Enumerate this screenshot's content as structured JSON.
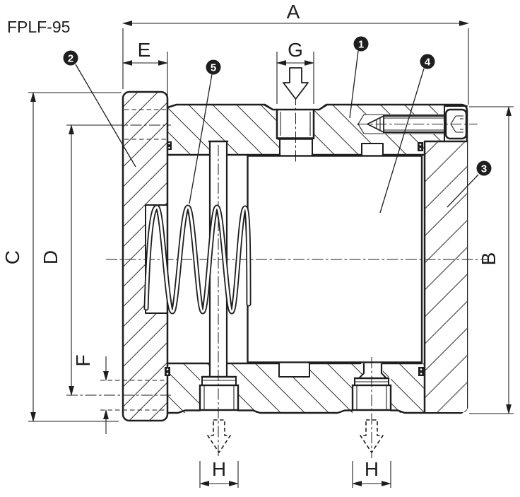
{
  "title": "FPLF-95",
  "dimensions": {
    "A": "A",
    "B": "B",
    "C": "C",
    "D": "D",
    "E": "E",
    "F": "F",
    "G": "G",
    "H1": "H",
    "H2": "H"
  },
  "callouts": {
    "c1": "1",
    "c2": "2",
    "c3": "3",
    "c4": "4",
    "c5": "5"
  },
  "colors": {
    "line": "#1e1e1e",
    "background": "#ffffff",
    "hatch": "#3a3a3a"
  }
}
